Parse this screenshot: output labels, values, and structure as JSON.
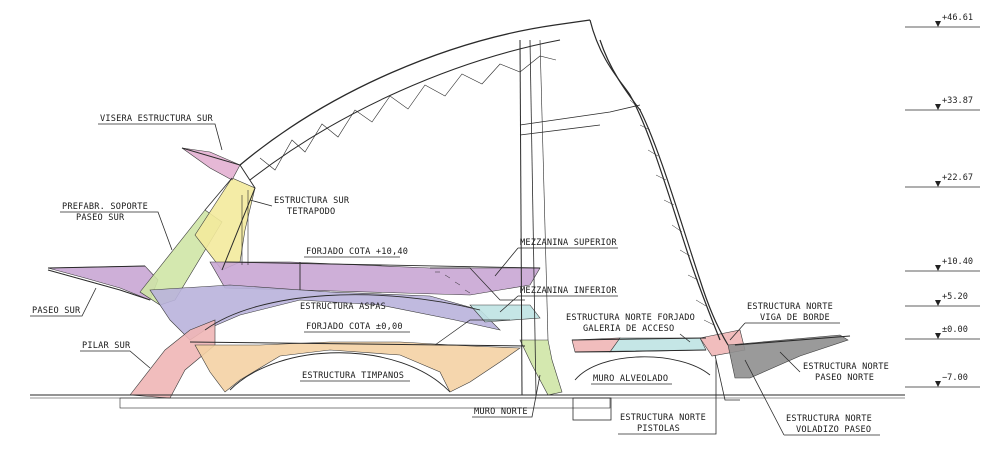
{
  "levels": [
    "+46.61",
    "+33.87",
    "+22.67",
    "+10.40",
    "+5.20",
    "±0.00",
    "−7.00"
  ],
  "labels": {
    "visera": "VISERA ESTRUCTURA SUR",
    "estructura_sur_1": "ESTRUCTURA SUR",
    "estructura_sur_2": "TETRAPODO",
    "prefabr_1": "PREFABR. SOPORTE",
    "prefabr_2": "PASEO SUR",
    "paseo_sur": "PASEO SUR",
    "pilar_sur": "PILAR SUR",
    "forjado_10": "FORJADO COTA +10,40",
    "mezz_sup": "MEZZANINA SUPERIOR",
    "mezz_inf": "MEZZANINA INFERIOR",
    "aspas": "ESTRUCTURA ASPAS",
    "forjado_0": "FORJADO COTA ±0,00",
    "timpanos": "ESTRUCTURA TIMPANOS",
    "muro_norte": "MURO NORTE",
    "muro_alveolado": "MURO ALVEOLADO",
    "norte_forjado_1": "ESTRUCTURA NORTE FORJADO",
    "norte_forjado_2": "GALERIA DE ACCESO",
    "norte_viga_1": "ESTRUCTURA NORTE",
    "norte_viga_2": "VIGA DE BORDE",
    "norte_paseo_1": "ESTRUCTURA NORTE",
    "norte_paseo_2": "PASEO NORTE",
    "norte_pistolas_1": "ESTRUCTURA NORTE",
    "norte_pistolas_2": "PISTOLAS",
    "norte_voladizo_1": "ESTRUCTURA NORTE",
    "norte_voladizo_2": "VOLADIZO PASEO"
  },
  "colors": {
    "purple": "#c9a6d4",
    "lavender": "#b9b3dc",
    "yellow": "#f3ea9c",
    "green": "#cfe6a6",
    "pink": "#f0b6b6",
    "orange": "#f4d2a4",
    "cyan": "#bfe3e3",
    "gray": "#8f8f8f",
    "pinkpurple": "#e3b0d2"
  }
}
